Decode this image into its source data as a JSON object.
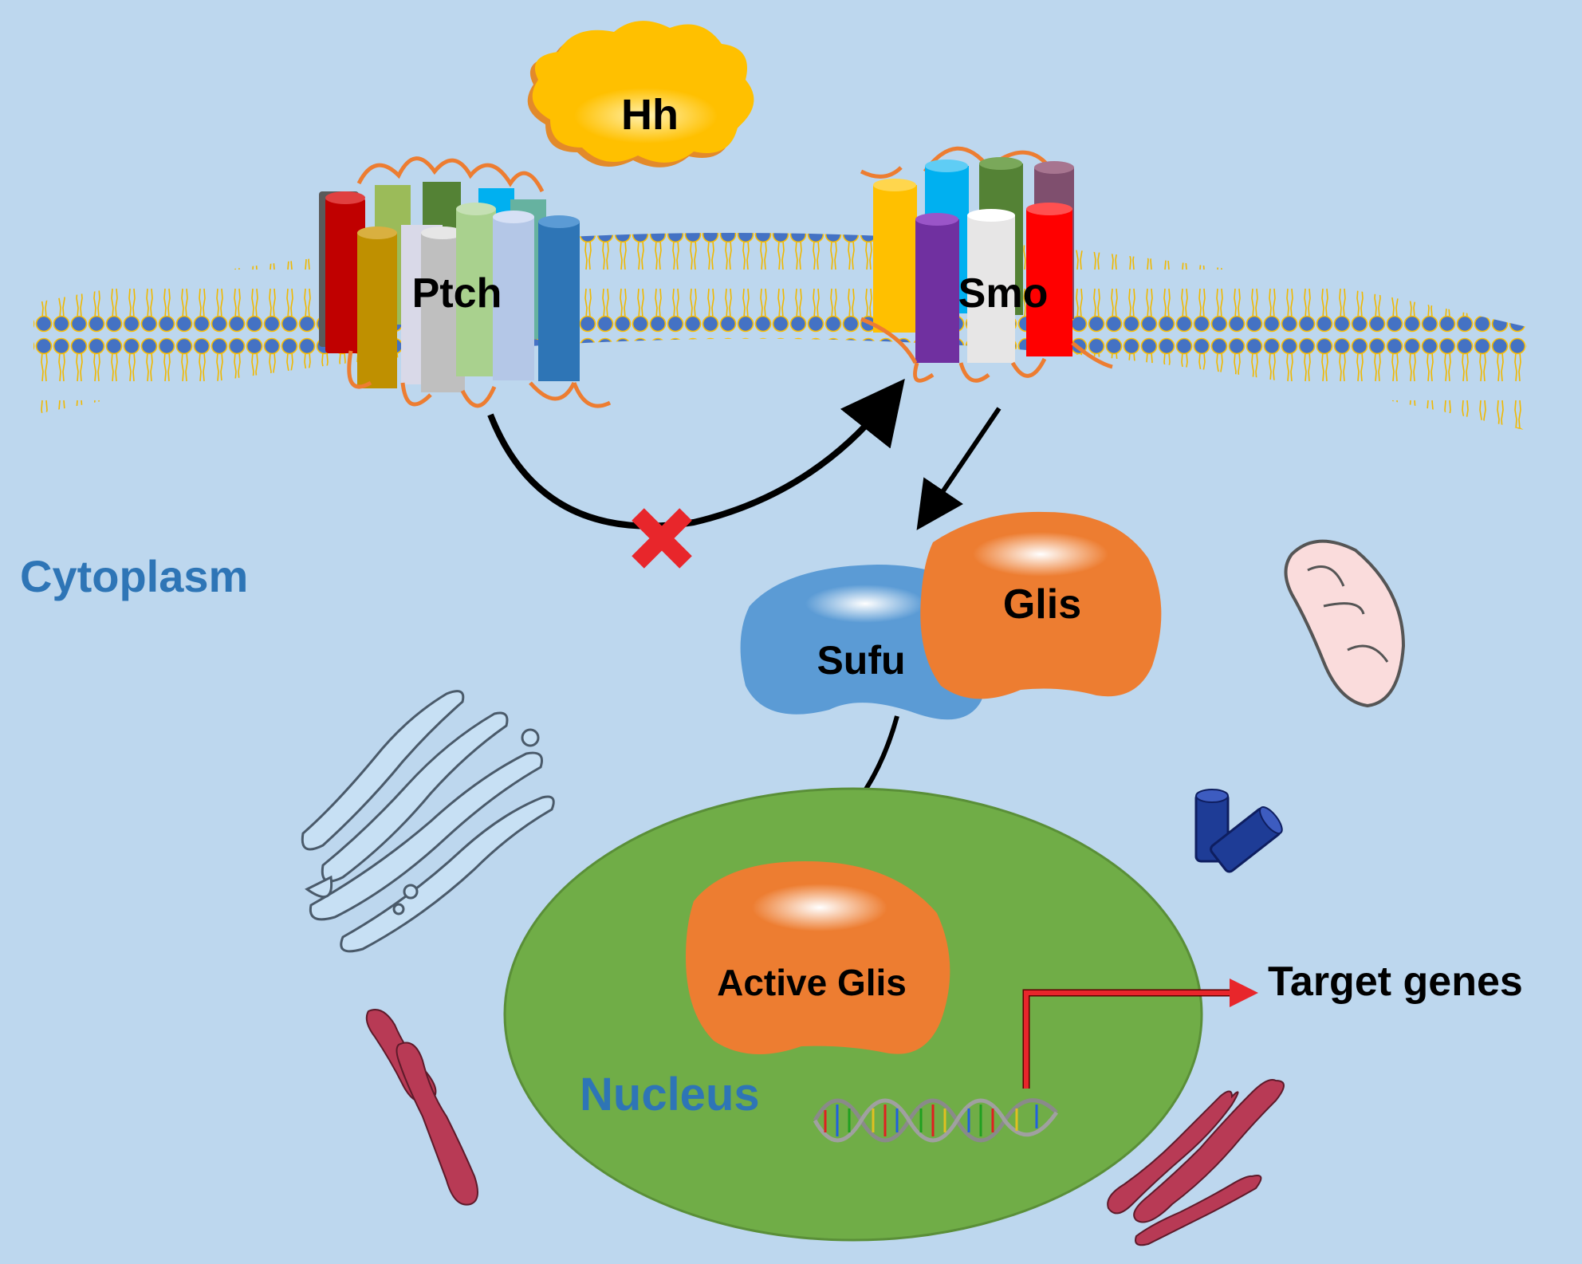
{
  "labels": {
    "hh": "Hh",
    "ptch": "Ptch",
    "smo": "Smo",
    "cytoplasm": "Cytoplasm",
    "glis": "Glis",
    "sufu": "Sufu",
    "active_glis": "Active Glis",
    "nucleus": "Nucleus",
    "target_genes": "Target genes"
  },
  "colors": {
    "background": "#bdd7ee",
    "cytoplasm_label": "#2e75b6",
    "nucleus_label": "#2e75b6",
    "nucleus_fill": "#70ad47",
    "glis_fill": "#ed7d31",
    "sufu_fill": "#5b9bd5",
    "hh_fill": "#ffc000",
    "inhibition_mark": "#e8262b",
    "membrane_head": "#4472c4"
  }
}
